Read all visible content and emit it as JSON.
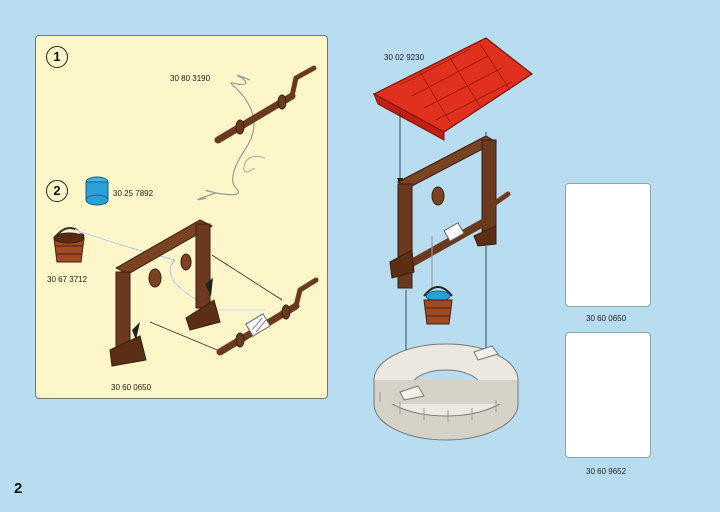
{
  "steps": [
    {
      "number": "1",
      "parts": [
        "30 80 3190"
      ]
    },
    {
      "number": "2",
      "parts": [
        "30 25 7892",
        "30 67 3712",
        "30 60 0650"
      ]
    }
  ],
  "assembly": {
    "roof_part": "30 02 9230"
  },
  "sidebar": {
    "card1_part": "30 60 0650",
    "card2_part": "30 60 9652"
  },
  "page_number": "2",
  "colors": {
    "background": "#b8dcf0",
    "panel": "#fdf6c8",
    "wood": "#6b3a1e",
    "roof": "#e0301e",
    "stone": "#e8e4dc",
    "bucket_lid": "#2aa0d8"
  }
}
